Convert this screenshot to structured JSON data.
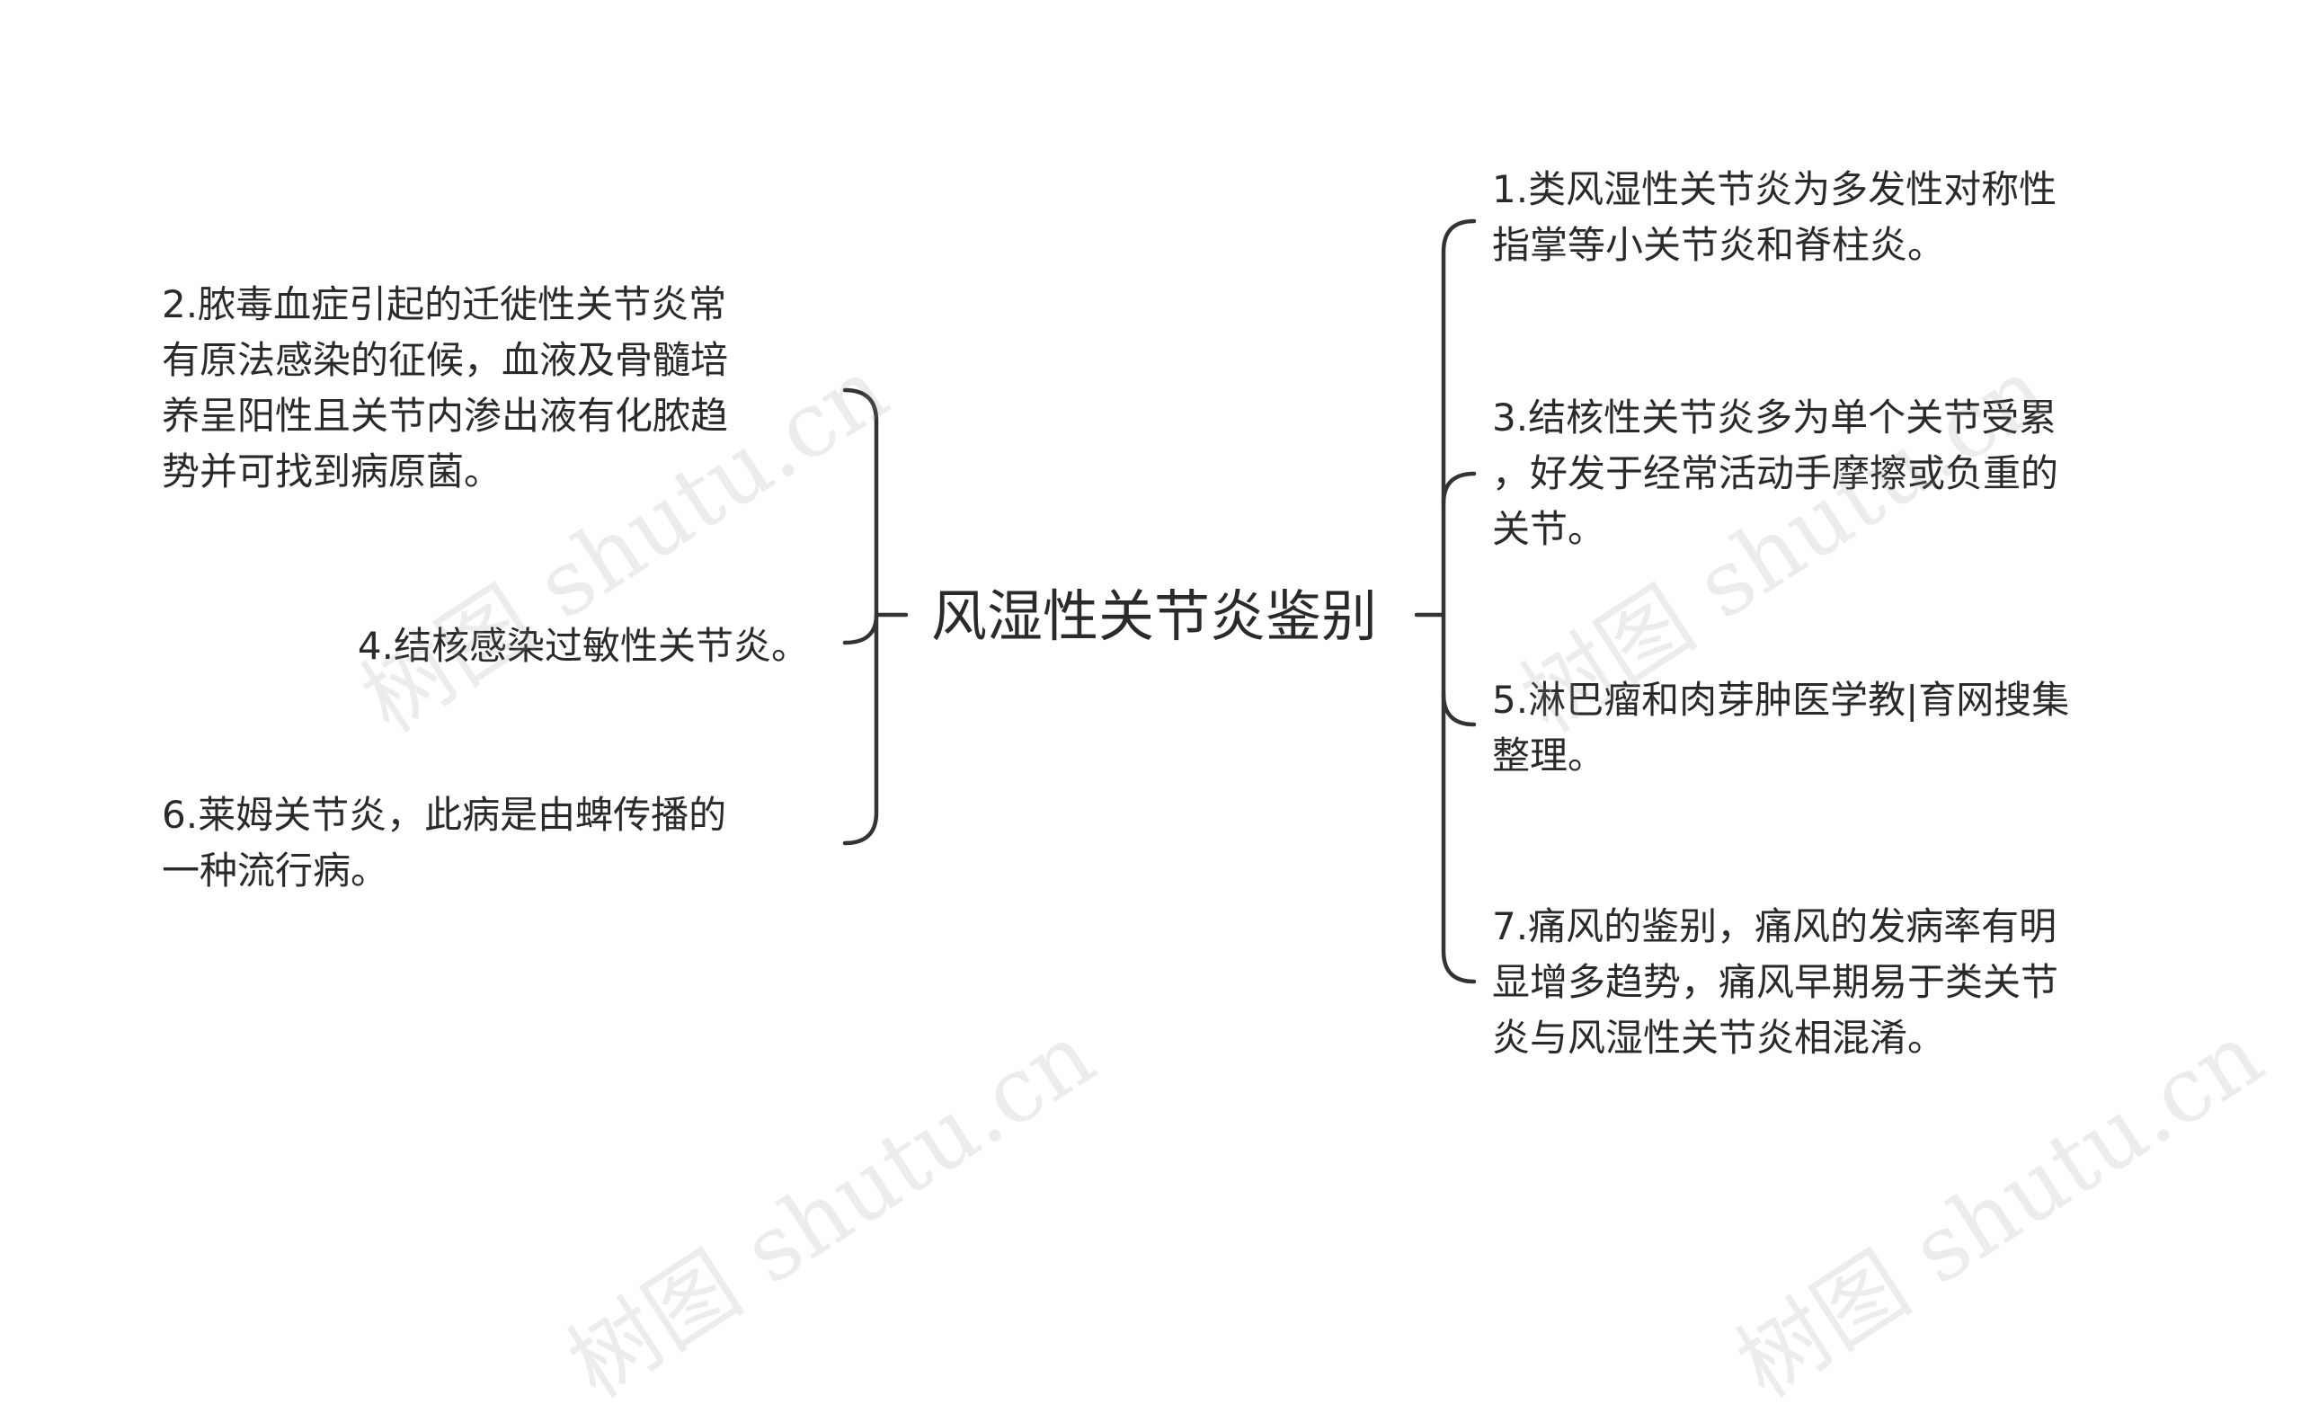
{
  "root": {
    "label": "风湿性关节炎鉴别"
  },
  "left_nodes": [
    {
      "label": "2.脓毒血症引起的迁徙性关节炎常\n有原法感染的征候，血液及骨髓培\n养呈阳性且关节内渗出液有化脓趋\n势并可找到病原菌。"
    },
    {
      "label": "4.结核感染过敏性关节炎。"
    },
    {
      "label": "6.莱姆关节炎，此病是由蜱传播的\n一种流行病。"
    }
  ],
  "right_nodes": [
    {
      "label": "1.类风湿性关节炎为多发性对称性\n指掌等小关节炎和脊柱炎。"
    },
    {
      "label": "3.结核性关节炎多为单个关节受累\n，好发于经常活动手摩擦或负重的\n关节。"
    },
    {
      "label": "5.淋巴瘤和肉芽肿医学教|育网搜集\n整理。"
    },
    {
      "label": "7.痛风的鉴别，痛风的发病率有明\n显增多趋势，痛风早期易于类关节\n炎与风湿性关节炎相混淆。"
    }
  ],
  "watermark": {
    "text": "树图 shutu.cn"
  },
  "colors": {
    "line": "#333333",
    "text": "#2a2a2a",
    "background": "#ffffff"
  }
}
